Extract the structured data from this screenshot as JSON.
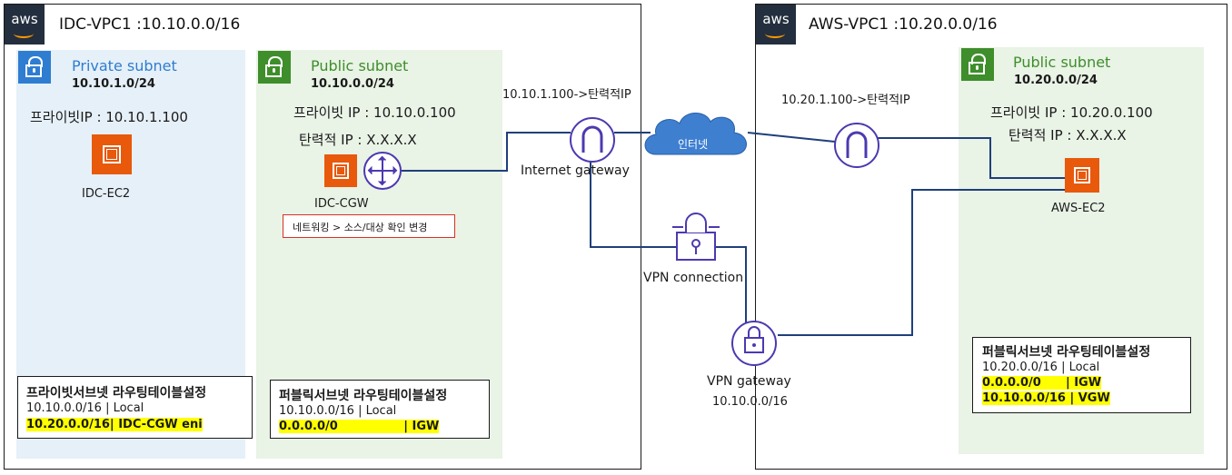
{
  "left_vpc": {
    "title": "IDC-VPC1 :10.10.0.0/16",
    "private_subnet": {
      "label": "Private subnet",
      "cidr": "10.10.1.0/24",
      "private_ip": "프라이빗IP : 10.10.1.100",
      "instance": "IDC-EC2",
      "route_table": {
        "title": "프라이빗서브넷 라우팅테이블설정",
        "row1": "10.10.0.0/16 | Local",
        "row2": "10.20.0.0/16| IDC-CGW eni"
      }
    },
    "public_subnet": {
      "label": "Public subnet",
      "cidr": "10.10.0.0/24",
      "private_ip": "프라이빗 IP : 10.10.0.100",
      "elastic_ip": "탄력적 IP : X.X.X.X",
      "instance": "IDC-CGW",
      "note": "네트워킹 > 소스/대상 확인 변경",
      "route_table": {
        "title": "퍼블릭서브넷 라우팅테이블설정",
        "row1": "10.10.0.0/16 | Local",
        "row2": "0.0.0.0/0                | IGW"
      }
    }
  },
  "middle": {
    "nat_left": "10.10.1.100->탄력적IP",
    "nat_right": "10.20.1.100->탄력적IP",
    "igw_label": "Internet gateway",
    "internet_label": "인터넷",
    "vpn_connection_label": "VPN connection",
    "vpn_gateway_label": "VPN gateway",
    "vpn_gateway_cidr": "10.10.0.0/16"
  },
  "right_vpc": {
    "title": "AWS-VPC1  :10.20.0.0/16",
    "public_subnet": {
      "label": "Public subnet",
      "cidr": "10.20.0.0/24",
      "private_ip": "프라이빗 IP : 10.20.0.100",
      "elastic_ip": "탄력적 IP : X.X.X.X",
      "instance": "AWS-EC2",
      "route_table": {
        "title": "퍼블릭서브넷 라우팅테이블설정",
        "row1": "10.20.0.0/16 | Local",
        "row2": "0.0.0.0/0      | IGW",
        "row3": "10.10.0.0/16 | VGW"
      }
    }
  },
  "brand": {
    "aws": "aws"
  },
  "colors": {
    "private_bg": "#e6f0f8",
    "private_accent": "#2e7dd1",
    "public_bg": "#e9f3e6",
    "public_accent": "#3e8e2b",
    "gateway": "#4b3ab0",
    "cloud": "#3e7fd0",
    "ec2": "#e8590c",
    "highlight": "#ffff00",
    "line": "#1f3f7a"
  }
}
